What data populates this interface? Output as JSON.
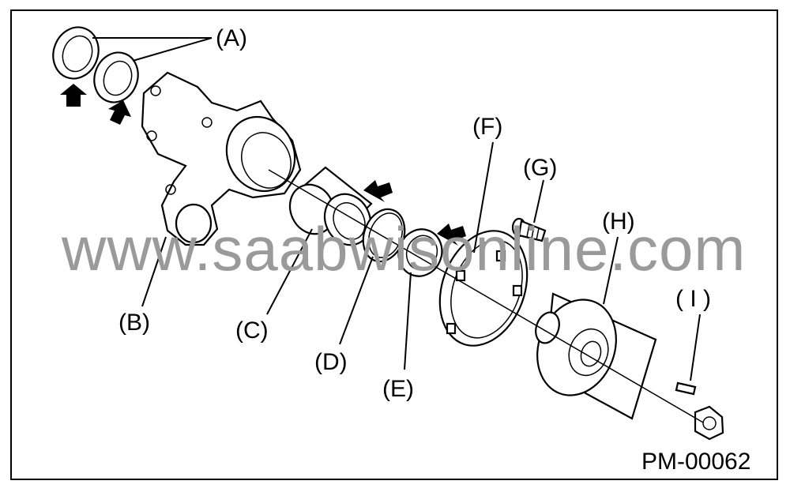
{
  "diagram": {
    "labels": {
      "a": "(A)",
      "b": "(B)",
      "c": "(C)",
      "d": "(D)",
      "e": "(E)",
      "f": "(F)",
      "g": "(G)",
      "h": "(H)",
      "i": "( I )"
    },
    "code": "PM-00062",
    "watermark": "www.saabwisonline.com",
    "icons": [
      "arrow-icon",
      "arrow-icon",
      "arrow-icon",
      "arrow-icon"
    ]
  }
}
